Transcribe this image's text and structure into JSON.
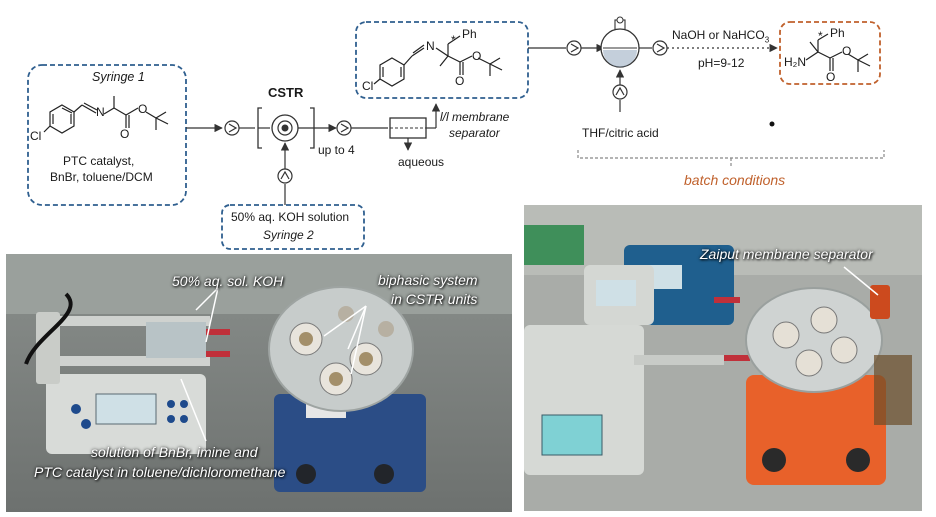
{
  "scheme": {
    "syringe1": {
      "title": "Syringe 1",
      "line1": "PTC catalyst,",
      "line2": "BnBr, toluene/DCM",
      "cl": "Cl",
      "n": "N",
      "o": "O"
    },
    "cstr": {
      "label": "CSTR",
      "repeat": "up to 4"
    },
    "syringe2": {
      "reagent": "50% aq. KOH solution",
      "title": "Syringe 2"
    },
    "separator": {
      "line1": "l/l  membrane",
      "line2": "separator",
      "aqueous": "aqueous"
    },
    "intermediate": {
      "ph": "Ph",
      "star": "*",
      "n": "N",
      "o": "O",
      "cl": "Cl"
    },
    "batch": {
      "reagent_prefix": "NaOH or NaHCO",
      "reagent_sub": "3",
      "ph_range": "pH=9-12",
      "acid": "THF/citric acid",
      "label": "batch conditions"
    },
    "product": {
      "ph": "Ph",
      "star": "*",
      "h2n": "H₂N",
      "o": "O"
    },
    "colors": {
      "blue_box": "#2f5f8f",
      "orange_box": "#c0612c",
      "line": "#333333"
    }
  },
  "photo_left": {
    "caption_koh": "50% aq. sol. KOH",
    "caption_biphasic_1": "biphasic system",
    "caption_biphasic_2": "in CSTR units",
    "caption_solution_1": "solution of BnBr, imine and",
    "caption_solution_2": "PTC catalyst in toluene/dichloromethane"
  },
  "photo_right": {
    "caption_zaiput": "Zaiput membrane separator"
  }
}
